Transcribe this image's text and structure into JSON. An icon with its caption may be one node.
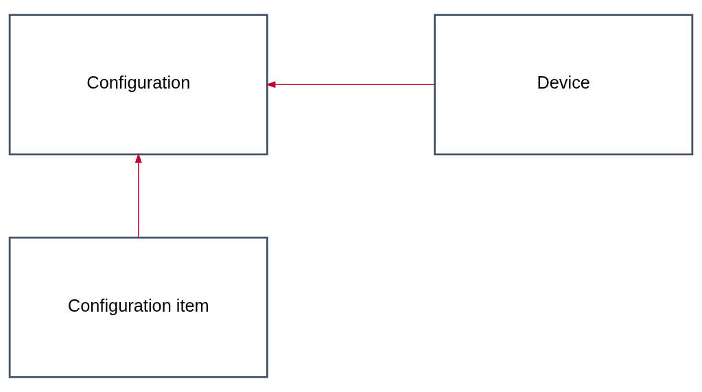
{
  "diagram": {
    "nodes": [
      {
        "text": [
          "Configuration"
        ]
      },
      {
        "text": [
          "Device"
        ]
      },
      {
        "text": [
          "Configuration item"
        ]
      }
    ],
    "edges": [
      {
        "from": 1,
        "to": 0,
        "arrow": "to"
      },
      {
        "from": 2,
        "to": 0,
        "arrow": "to"
      }
    ]
  }
}
